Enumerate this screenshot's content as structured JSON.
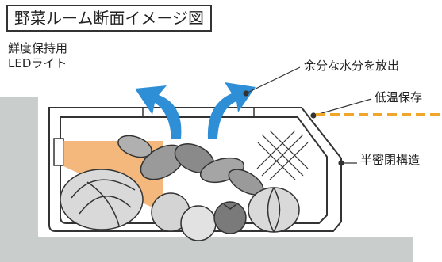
{
  "title": "野菜ルーム断面イメージ図",
  "labels": {
    "led_line1": "鮮度保持用",
    "led_line2": "LEDライト",
    "moisture": "余分な水分を放出",
    "low_temp": "低温保存",
    "sealed": "半密閉構造"
  },
  "colors": {
    "arrow": "#2e8fd6",
    "led_light": "#f0a050",
    "dashed_line": "#f0a62a",
    "base": "#c9cdcb"
  }
}
